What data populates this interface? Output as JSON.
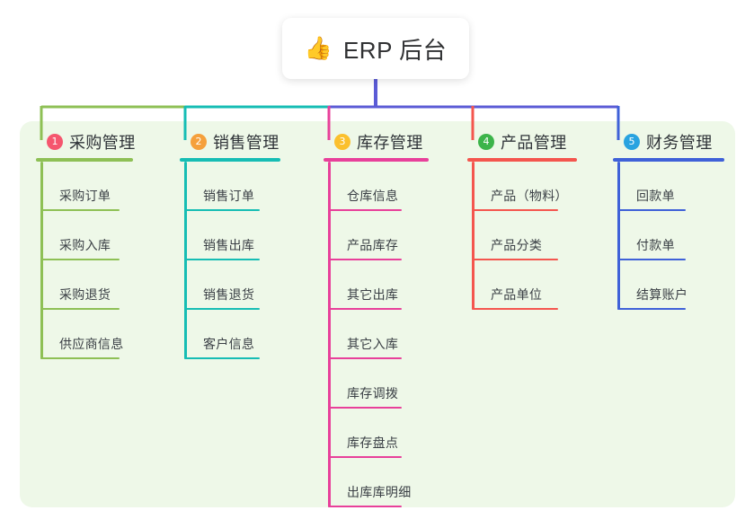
{
  "root": {
    "emoji": "👍",
    "emoji_name": "thumbs-up-icon",
    "title": "ERP 后台"
  },
  "palette": {
    "panel_bg": "#eef8e8",
    "page_bg": "#ffffff",
    "trunk": "#5b5bd6",
    "text": "#303133"
  },
  "columns": [
    {
      "number": "1",
      "title": "采购管理",
      "badge_color": "#f5566e",
      "line_color": "#8ec055",
      "items": [
        {
          "label": "采购订单"
        },
        {
          "label": "采购入库"
        },
        {
          "label": "采购退货"
        },
        {
          "label": "供应商信息"
        }
      ]
    },
    {
      "number": "2",
      "title": "销售管理",
      "badge_color": "#f5a03c",
      "line_color": "#16bdb4",
      "items": [
        {
          "label": "销售订单"
        },
        {
          "label": "销售出库"
        },
        {
          "label": "销售退货"
        },
        {
          "label": "客户信息"
        }
      ]
    },
    {
      "number": "3",
      "title": "库存管理",
      "badge_color": "#fbc02d",
      "line_color": "#e8409a",
      "items": [
        {
          "label": "仓库信息"
        },
        {
          "label": "产品库存"
        },
        {
          "label": "其它出库"
        },
        {
          "label": "其它入库"
        },
        {
          "label": "库存调拨"
        },
        {
          "label": "库存盘点"
        },
        {
          "label": "出库库明细"
        }
      ]
    },
    {
      "number": "4",
      "title": "产品管理",
      "badge_color": "#3cb44a",
      "line_color": "#f4564e",
      "items": [
        {
          "label": "产品（物料）"
        },
        {
          "label": "产品分类"
        },
        {
          "label": "产品单位"
        }
      ]
    },
    {
      "number": "5",
      "title": "财务管理",
      "badge_color": "#29a3e0",
      "line_color": "#3f61d8",
      "items": [
        {
          "label": "回款单"
        },
        {
          "label": "付款单"
        },
        {
          "label": "结算账户"
        }
      ]
    }
  ]
}
